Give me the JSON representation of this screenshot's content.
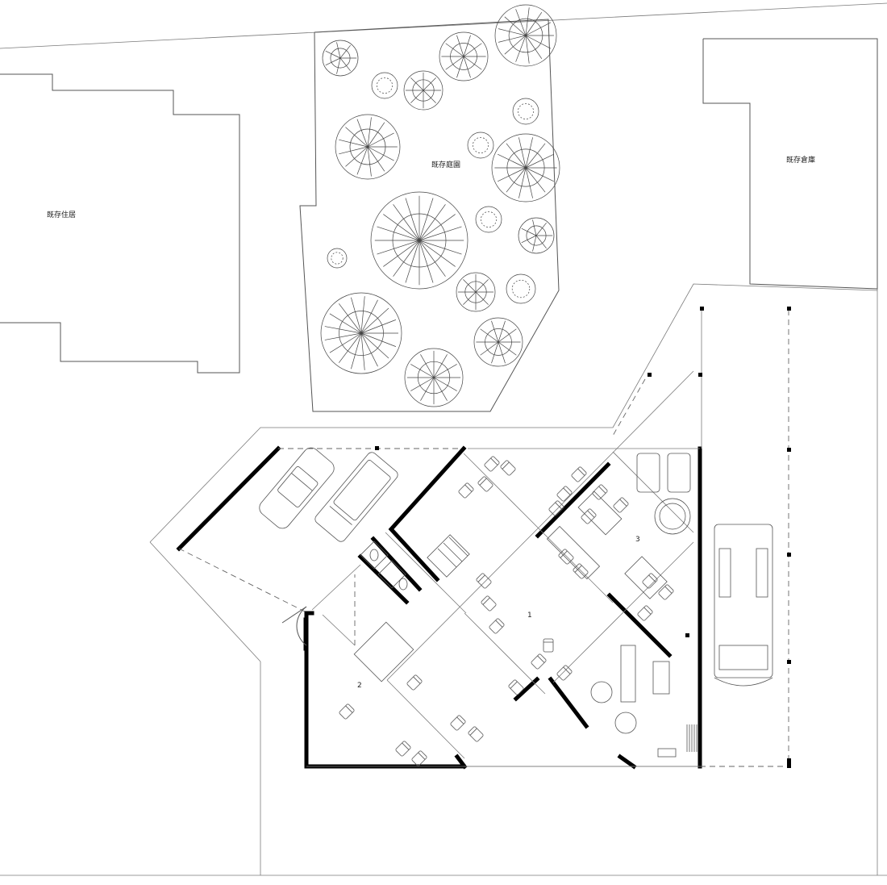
{
  "labels": {
    "existing_house": "既存住居",
    "existing_garden": "既存庭園",
    "existing_storehouse": "既存倉庫"
  },
  "rooms": {
    "room_1": "1",
    "room_2": "2",
    "room_3": "3"
  },
  "colors": {
    "line": "#7a7a7a",
    "wall": "#000000",
    "background": "#ffffff"
  }
}
